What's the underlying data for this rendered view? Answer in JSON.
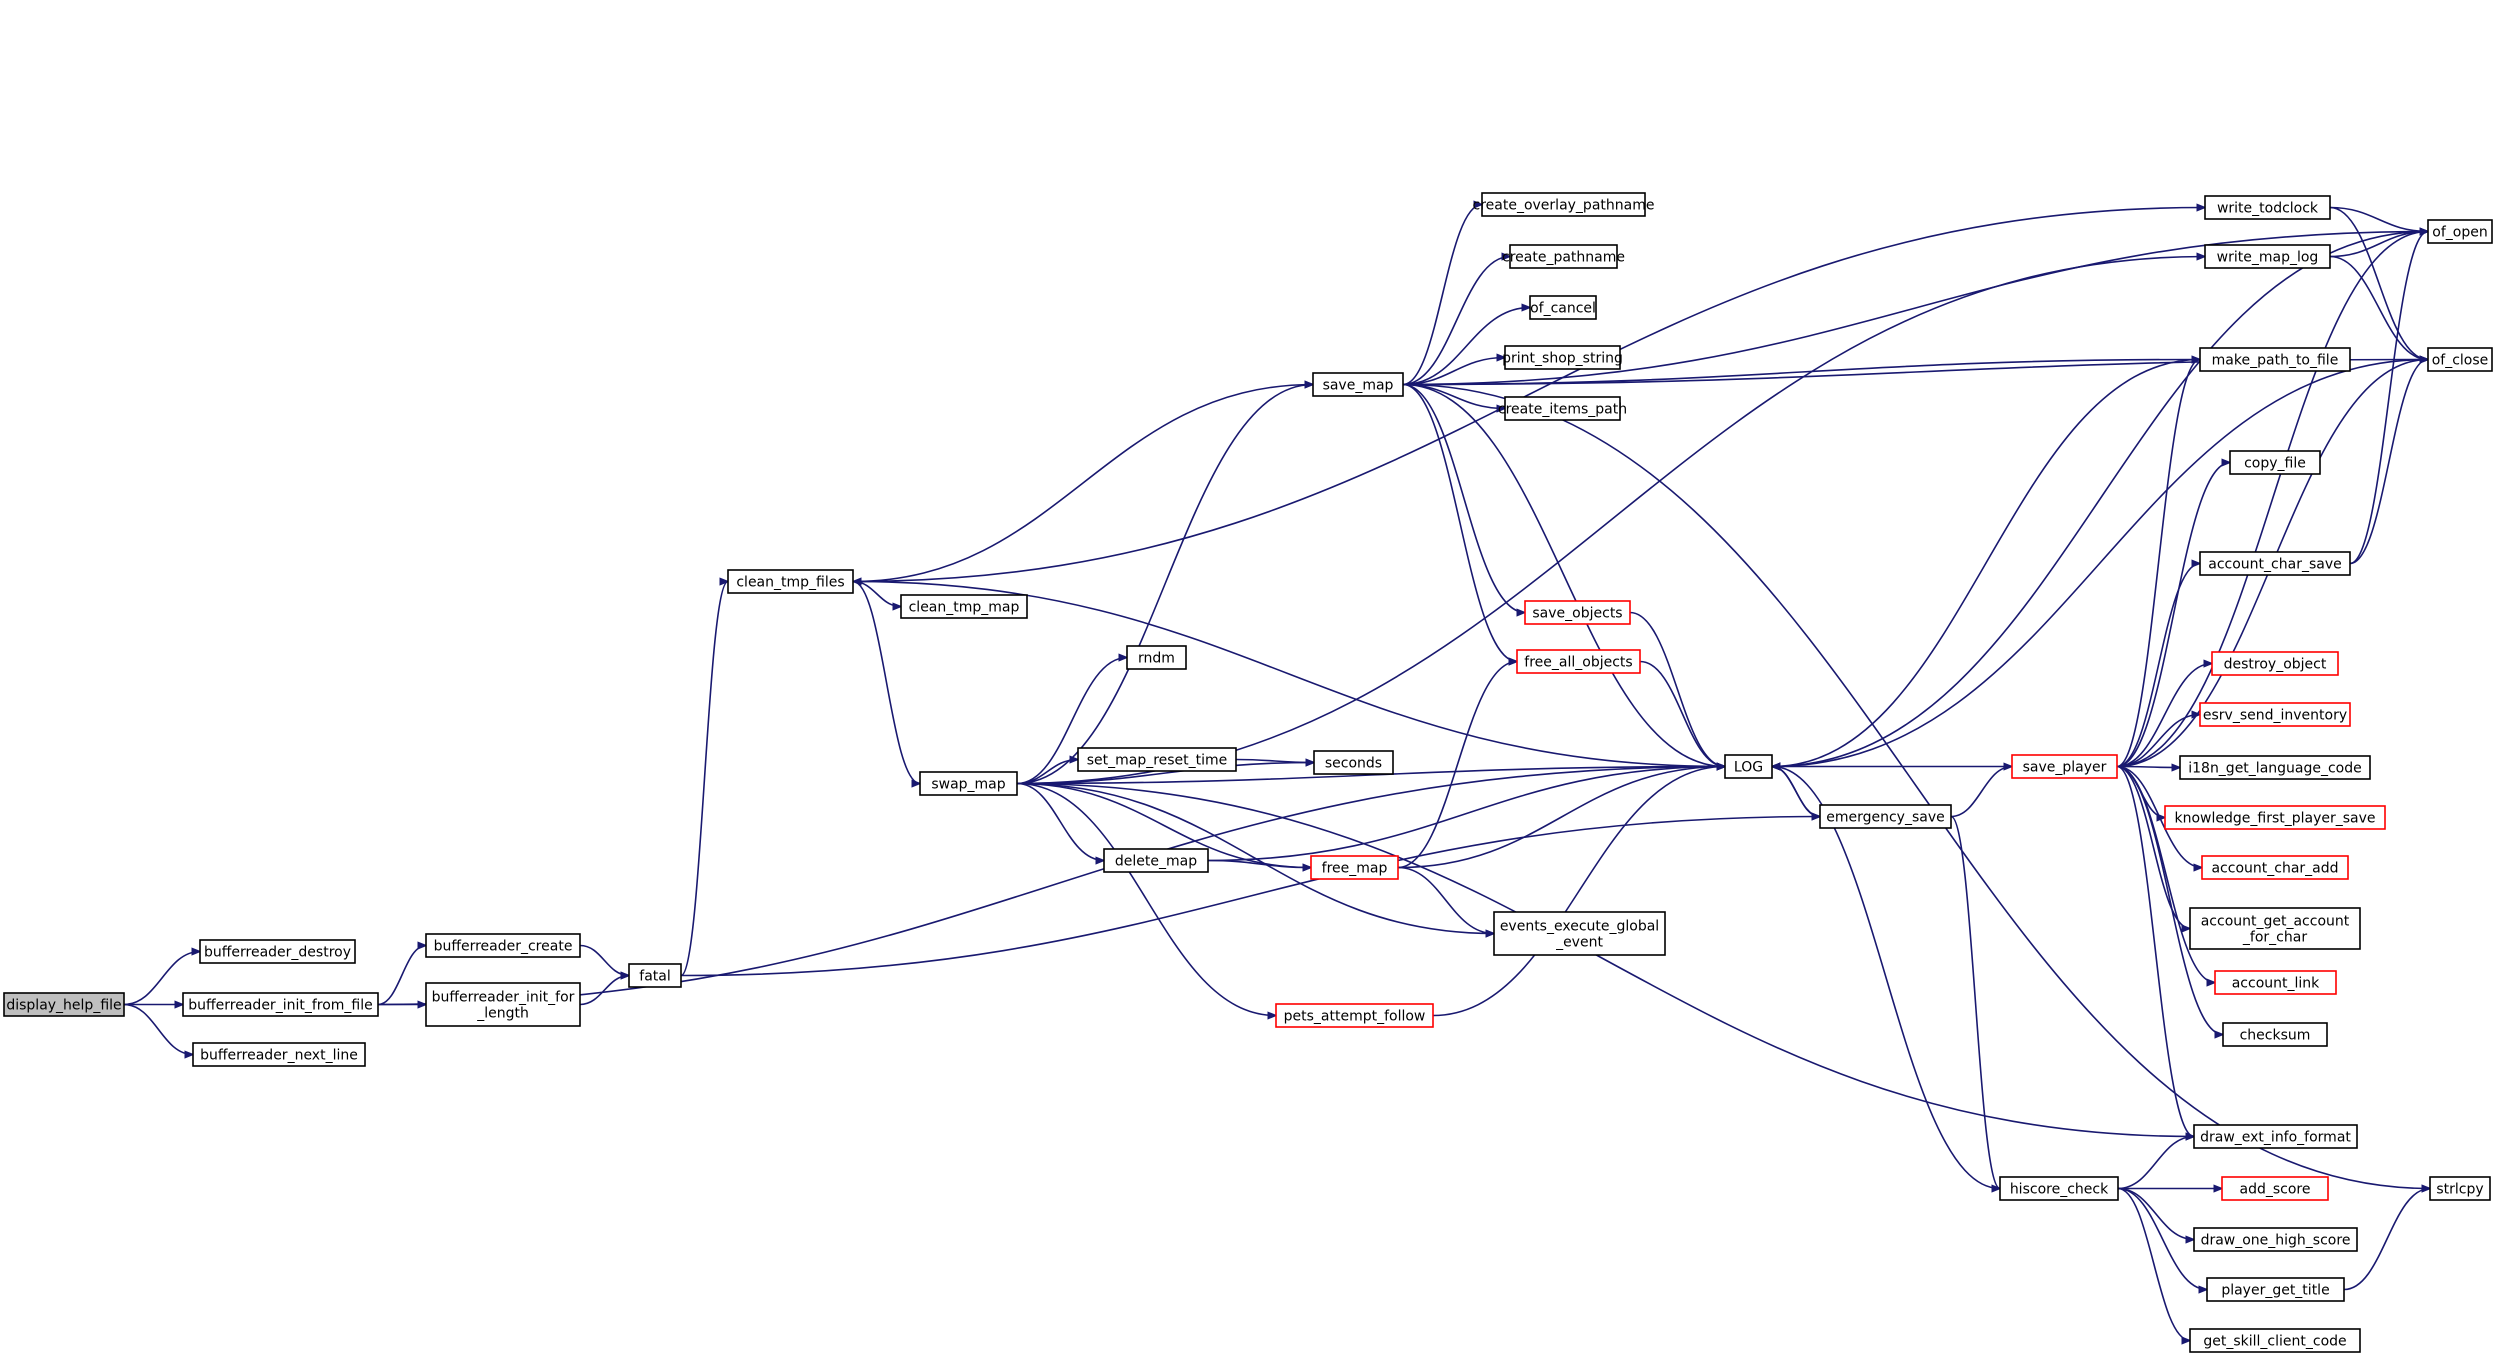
{
  "colors": {
    "edge": "#191970",
    "node_border": "#000000",
    "truncated_border": "#ff0000",
    "start_fill": "#bfbfbf"
  },
  "nodes": [
    {
      "id": "display_help_file",
      "label": "display_help_file",
      "kind": "start"
    },
    {
      "id": "bufferreader_destroy",
      "label": "bufferreader_destroy"
    },
    {
      "id": "bufferreader_init_from_file",
      "label": "bufferreader_init_from_file"
    },
    {
      "id": "bufferreader_next_line",
      "label": "bufferreader_next_line"
    },
    {
      "id": "bufferreader_create",
      "label": "bufferreader_create"
    },
    {
      "id": "bufferreader_init_for_length",
      "label": "bufferreader_init_for\n_length"
    },
    {
      "id": "fatal",
      "label": "fatal"
    },
    {
      "id": "clean_tmp_files",
      "label": "clean_tmp_files"
    },
    {
      "id": "clean_tmp_map",
      "label": "clean_tmp_map"
    },
    {
      "id": "swap_map",
      "label": "swap_map"
    },
    {
      "id": "save_map",
      "label": "save_map"
    },
    {
      "id": "create_overlay_pathname",
      "label": "create_overlay_pathname"
    },
    {
      "id": "create_pathname",
      "label": "create_pathname"
    },
    {
      "id": "of_cancel",
      "label": "of_cancel"
    },
    {
      "id": "print_shop_string",
      "label": "print_shop_string"
    },
    {
      "id": "create_items_path",
      "label": "create_items_path"
    },
    {
      "id": "save_objects",
      "label": "save_objects",
      "kind": "truncated"
    },
    {
      "id": "free_all_objects",
      "label": "free_all_objects",
      "kind": "truncated"
    },
    {
      "id": "rndm",
      "label": "rndm"
    },
    {
      "id": "set_map_reset_time",
      "label": "set_map_reset_time"
    },
    {
      "id": "seconds",
      "label": "seconds"
    },
    {
      "id": "delete_map",
      "label": "delete_map"
    },
    {
      "id": "free_map",
      "label": "free_map",
      "kind": "truncated"
    },
    {
      "id": "events_execute_global_event",
      "label": "events_execute_global\n_event"
    },
    {
      "id": "pets_attempt_follow",
      "label": "pets_attempt_follow",
      "kind": "truncated"
    },
    {
      "id": "LOG",
      "label": "LOG"
    },
    {
      "id": "emergency_save",
      "label": "emergency_save"
    },
    {
      "id": "save_player",
      "label": "save_player",
      "kind": "truncated"
    },
    {
      "id": "hiscore_check",
      "label": "hiscore_check"
    },
    {
      "id": "write_todclock",
      "label": "write_todclock"
    },
    {
      "id": "write_map_log",
      "label": "write_map_log"
    },
    {
      "id": "make_path_to_file",
      "label": "make_path_to_file"
    },
    {
      "id": "of_open",
      "label": "of_open"
    },
    {
      "id": "of_close",
      "label": "of_close"
    },
    {
      "id": "copy_file",
      "label": "copy_file"
    },
    {
      "id": "account_char_save",
      "label": "account_char_save"
    },
    {
      "id": "destroy_object",
      "label": "destroy_object",
      "kind": "truncated"
    },
    {
      "id": "esrv_send_inventory",
      "label": "esrv_send_inventory",
      "kind": "truncated"
    },
    {
      "id": "i18n_get_language_code",
      "label": "i18n_get_language_code"
    },
    {
      "id": "knowledge_first_player_save",
      "label": "knowledge_first_player_save",
      "kind": "truncated"
    },
    {
      "id": "account_char_add",
      "label": "account_char_add",
      "kind": "truncated"
    },
    {
      "id": "account_get_account_for_char",
      "label": "account_get_account\n_for_char"
    },
    {
      "id": "account_link",
      "label": "account_link",
      "kind": "truncated"
    },
    {
      "id": "checksum",
      "label": "checksum"
    },
    {
      "id": "draw_ext_info_format",
      "label": "draw_ext_info_format"
    },
    {
      "id": "add_score",
      "label": "add_score",
      "kind": "truncated"
    },
    {
      "id": "draw_one_high_score",
      "label": "draw_one_high_score"
    },
    {
      "id": "player_get_title",
      "label": "player_get_title"
    },
    {
      "id": "get_skill_client_code",
      "label": "get_skill_client_code"
    },
    {
      "id": "strlcpy",
      "label": "strlcpy"
    }
  ],
  "edges": [
    [
      "display_help_file",
      "bufferreader_destroy"
    ],
    [
      "display_help_file",
      "bufferreader_init_from_file"
    ],
    [
      "display_help_file",
      "bufferreader_next_line"
    ],
    [
      "bufferreader_init_from_file",
      "bufferreader_create"
    ],
    [
      "bufferreader_init_from_file",
      "bufferreader_init_for_length"
    ],
    [
      "bufferreader_init_from_file",
      "LOG"
    ],
    [
      "bufferreader_create",
      "fatal"
    ],
    [
      "bufferreader_init_for_length",
      "fatal"
    ],
    [
      "fatal",
      "clean_tmp_files"
    ],
    [
      "fatal",
      "emergency_save"
    ],
    [
      "clean_tmp_files",
      "clean_tmp_map"
    ],
    [
      "clean_tmp_files",
      "swap_map"
    ],
    [
      "clean_tmp_files",
      "save_map"
    ],
    [
      "clean_tmp_files",
      "write_todclock"
    ],
    [
      "swap_map",
      "save_map"
    ],
    [
      "swap_map",
      "rndm"
    ],
    [
      "swap_map",
      "set_map_reset_time"
    ],
    [
      "swap_map",
      "seconds"
    ],
    [
      "swap_map",
      "delete_map"
    ],
    [
      "swap_map",
      "free_map"
    ],
    [
      "swap_map",
      "events_execute_global_event"
    ],
    [
      "swap_map",
      "pets_attempt_follow"
    ],
    [
      "swap_map",
      "LOG"
    ],
    [
      "swap_map",
      "draw_ext_info_format"
    ],
    [
      "swap_map",
      "write_map_log"
    ],
    [
      "save_map",
      "create_overlay_pathname"
    ],
    [
      "save_map",
      "create_pathname"
    ],
    [
      "save_map",
      "of_cancel"
    ],
    [
      "save_map",
      "print_shop_string"
    ],
    [
      "save_map",
      "create_items_path"
    ],
    [
      "save_map",
      "save_objects"
    ],
    [
      "save_map",
      "free_all_objects"
    ],
    [
      "save_map",
      "LOG"
    ],
    [
      "save_map",
      "make_path_to_file"
    ],
    [
      "save_map",
      "of_open"
    ],
    [
      "save_map",
      "of_close"
    ],
    [
      "save_map",
      "strlcpy"
    ],
    [
      "set_map_reset_time",
      "seconds"
    ],
    [
      "delete_map",
      "free_map"
    ],
    [
      "delete_map",
      "LOG"
    ],
    [
      "free_map",
      "free_all_objects"
    ],
    [
      "free_map",
      "events_execute_global_event"
    ],
    [
      "free_map",
      "LOG"
    ],
    [
      "pets_attempt_follow",
      "LOG"
    ],
    [
      "save_objects",
      "LOG"
    ],
    [
      "free_all_objects",
      "LOG"
    ],
    [
      "LOG",
      "clean_tmp_files"
    ],
    [
      "LOG",
      "emergency_save"
    ],
    [
      "emergency_save",
      "LOG"
    ],
    [
      "emergency_save",
      "save_player"
    ],
    [
      "emergency_save",
      "hiscore_check"
    ],
    [
      "hiscore_check",
      "LOG"
    ],
    [
      "hiscore_check",
      "draw_ext_info_format"
    ],
    [
      "hiscore_check",
      "add_score"
    ],
    [
      "hiscore_check",
      "draw_one_high_score"
    ],
    [
      "hiscore_check",
      "player_get_title"
    ],
    [
      "hiscore_check",
      "get_skill_client_code"
    ],
    [
      "save_player",
      "LOG"
    ],
    [
      "save_player",
      "make_path_to_file"
    ],
    [
      "save_player",
      "copy_file"
    ],
    [
      "save_player",
      "account_char_save"
    ],
    [
      "save_player",
      "destroy_object"
    ],
    [
      "save_player",
      "esrv_send_inventory"
    ],
    [
      "save_player",
      "i18n_get_language_code"
    ],
    [
      "save_player",
      "knowledge_first_player_save"
    ],
    [
      "save_player",
      "account_char_add"
    ],
    [
      "save_player",
      "account_get_account_for_char"
    ],
    [
      "save_player",
      "account_link"
    ],
    [
      "save_player",
      "checksum"
    ],
    [
      "save_player",
      "draw_ext_info_format"
    ],
    [
      "save_player",
      "of_open"
    ],
    [
      "save_player",
      "of_close"
    ],
    [
      "write_todclock",
      "of_open"
    ],
    [
      "write_todclock",
      "of_close"
    ],
    [
      "write_map_log",
      "of_open"
    ],
    [
      "write_map_log",
      "of_close"
    ],
    [
      "make_path_to_file",
      "LOG"
    ],
    [
      "account_char_save",
      "of_open"
    ],
    [
      "account_char_save",
      "of_close"
    ],
    [
      "of_close",
      "LOG"
    ],
    [
      "of_open",
      "LOG"
    ],
    [
      "player_get_title",
      "strlcpy"
    ]
  ]
}
